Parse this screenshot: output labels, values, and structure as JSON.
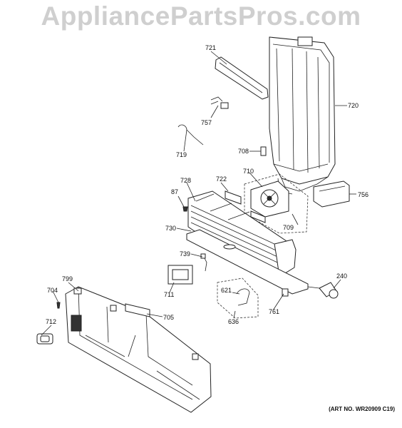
{
  "watermark": "AppliancePartsPros.com",
  "art_number": "(ART NO. WR20909 C19)",
  "labels": {
    "p721": "721",
    "p720": "720",
    "p757": "757",
    "p719": "719",
    "p708": "708",
    "p710": "710",
    "p722": "722",
    "p728": "728",
    "p756": "756",
    "p87": "87",
    "p709": "709",
    "p730": "730",
    "p739": "739",
    "p240": "240",
    "p799": "799",
    "p704": "704",
    "p711": "711",
    "p621": "621",
    "p705": "705",
    "p761": "761",
    "p636": "636",
    "p712": "712"
  }
}
